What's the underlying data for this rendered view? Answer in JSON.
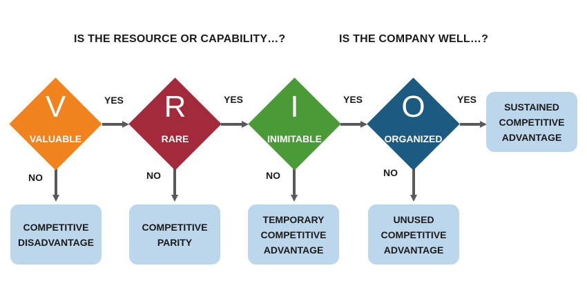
{
  "headers": {
    "left": "IS THE RESOURCE OR CAPABILITY…?",
    "right": "IS THE COMPANY WELL…?"
  },
  "steps": [
    {
      "letter": "V",
      "word": "VALUABLE",
      "color": "#f0831e"
    },
    {
      "letter": "R",
      "word": "RARE",
      "color": "#a32a3b"
    },
    {
      "letter": "I",
      "word": "INIMITABLE",
      "color": "#4a9a38"
    },
    {
      "letter": "O",
      "word": "ORGANIZED",
      "color": "#1c5a82"
    }
  ],
  "yes_label": "YES",
  "no_label": "NO",
  "outcomes": [
    "COMPETITIVE DISADVANTAGE",
    "COMPETITIVE PARITY",
    "TEMPORARY COMPETITIVE ADVANTAGE",
    "UNUSED COMPETITIVE ADVANTAGE",
    "SUSTAINED COMPETITIVE ADVANTAGE"
  ],
  "colors": {
    "outcome_fill": "#bcd6ec",
    "arrow": "#595959"
  }
}
